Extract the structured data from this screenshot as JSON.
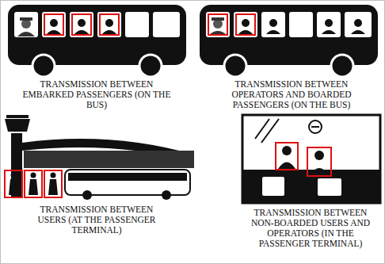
{
  "diagram": {
    "labels": [
      "TRANSMISSION BETWEEN EMBARKED PASSENGERS (ON THE BUS)",
      "TRANSMISSION BETWEEN OPERATORS AND BOARDED PASSENGERS (ON THE BUS)",
      "TRANSMISSION BETWEEN USERS (AT THE PASSENGER TERMINAL)",
      "TRANSMISSION BETWEEN NON-BOARDED USERS AND OPERATORS (IN THE PASSENGER TERMINAL)"
    ]
  }
}
